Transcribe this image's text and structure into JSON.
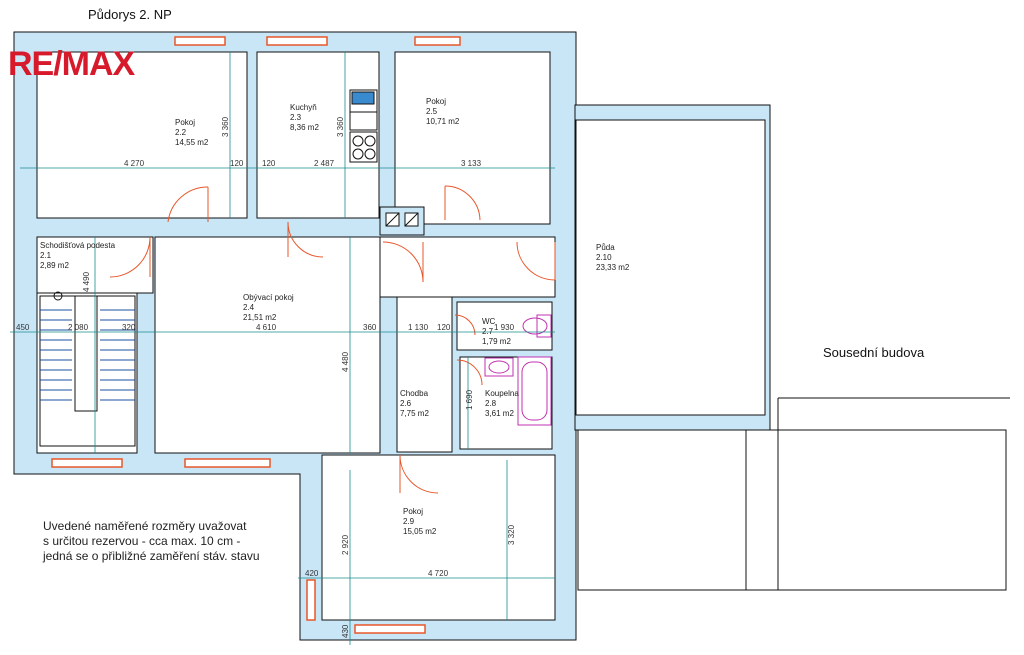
{
  "title": "Půdorys 2. NP",
  "logo": "RE/MAX",
  "neighbor_label": "Sousední budova",
  "note": [
    "Uvedené naměřené rozměry uvažovat",
    "s určitou rezervou - cca max. 10 cm -",
    "jedná se o přibližné zaměření stáv. stavu"
  ],
  "rooms": {
    "pokoj22": {
      "name": "Pokoj",
      "num": "2.2",
      "area": "14,55 m2"
    },
    "kuchyn": {
      "name": "Kuchyň",
      "num": "2.3",
      "area": "8,36 m2"
    },
    "pokoj25": {
      "name": "Pokoj",
      "num": "2.5",
      "area": "10,71 m2"
    },
    "puda": {
      "name": "Půda",
      "num": "2.10",
      "area": "23,33 m2"
    },
    "schod": {
      "name": "Schodišťová podesta",
      "num": "2.1",
      "area": "2,89 m2"
    },
    "obyv": {
      "name": "Obývací pokoj",
      "num": "2.4",
      "area": "21,51 m2"
    },
    "wc": {
      "name": "WC",
      "num": "2.7",
      "area": "1,79 m2"
    },
    "chodba": {
      "name": "Chodba",
      "num": "2.6",
      "area": "7,75 m2"
    },
    "koupelna": {
      "name": "Koupelna",
      "num": "2.8",
      "area": "3,61 m2"
    },
    "pokoj29": {
      "name": "Pokoj",
      "num": "2.9",
      "area": "15,05 m2"
    }
  },
  "dims": {
    "d4270": "4 270",
    "d120a": "120",
    "d120b": "120",
    "d2487": "2 487",
    "d3133": "3 133",
    "d3360a": "3 360",
    "d3360b": "3 360",
    "d4490": "4 490",
    "d450": "450",
    "d2080": "2 080",
    "d320": "320",
    "d4610": "4 610",
    "d360": "360",
    "d1130": "1 130",
    "d120c": "120",
    "d1930": "1 930",
    "d4480": "4 480",
    "d1690": "1 690",
    "d2920": "2 920",
    "d3320": "3 320",
    "d420": "420",
    "d4720": "4 720",
    "d430": "430"
  },
  "colors": {
    "wall": "#c9e6f7",
    "line": "#111111",
    "window": "#e8572a",
    "logo": "#d7192c",
    "sanitary": "#c030b0",
    "dim": "#1a8c8c"
  }
}
